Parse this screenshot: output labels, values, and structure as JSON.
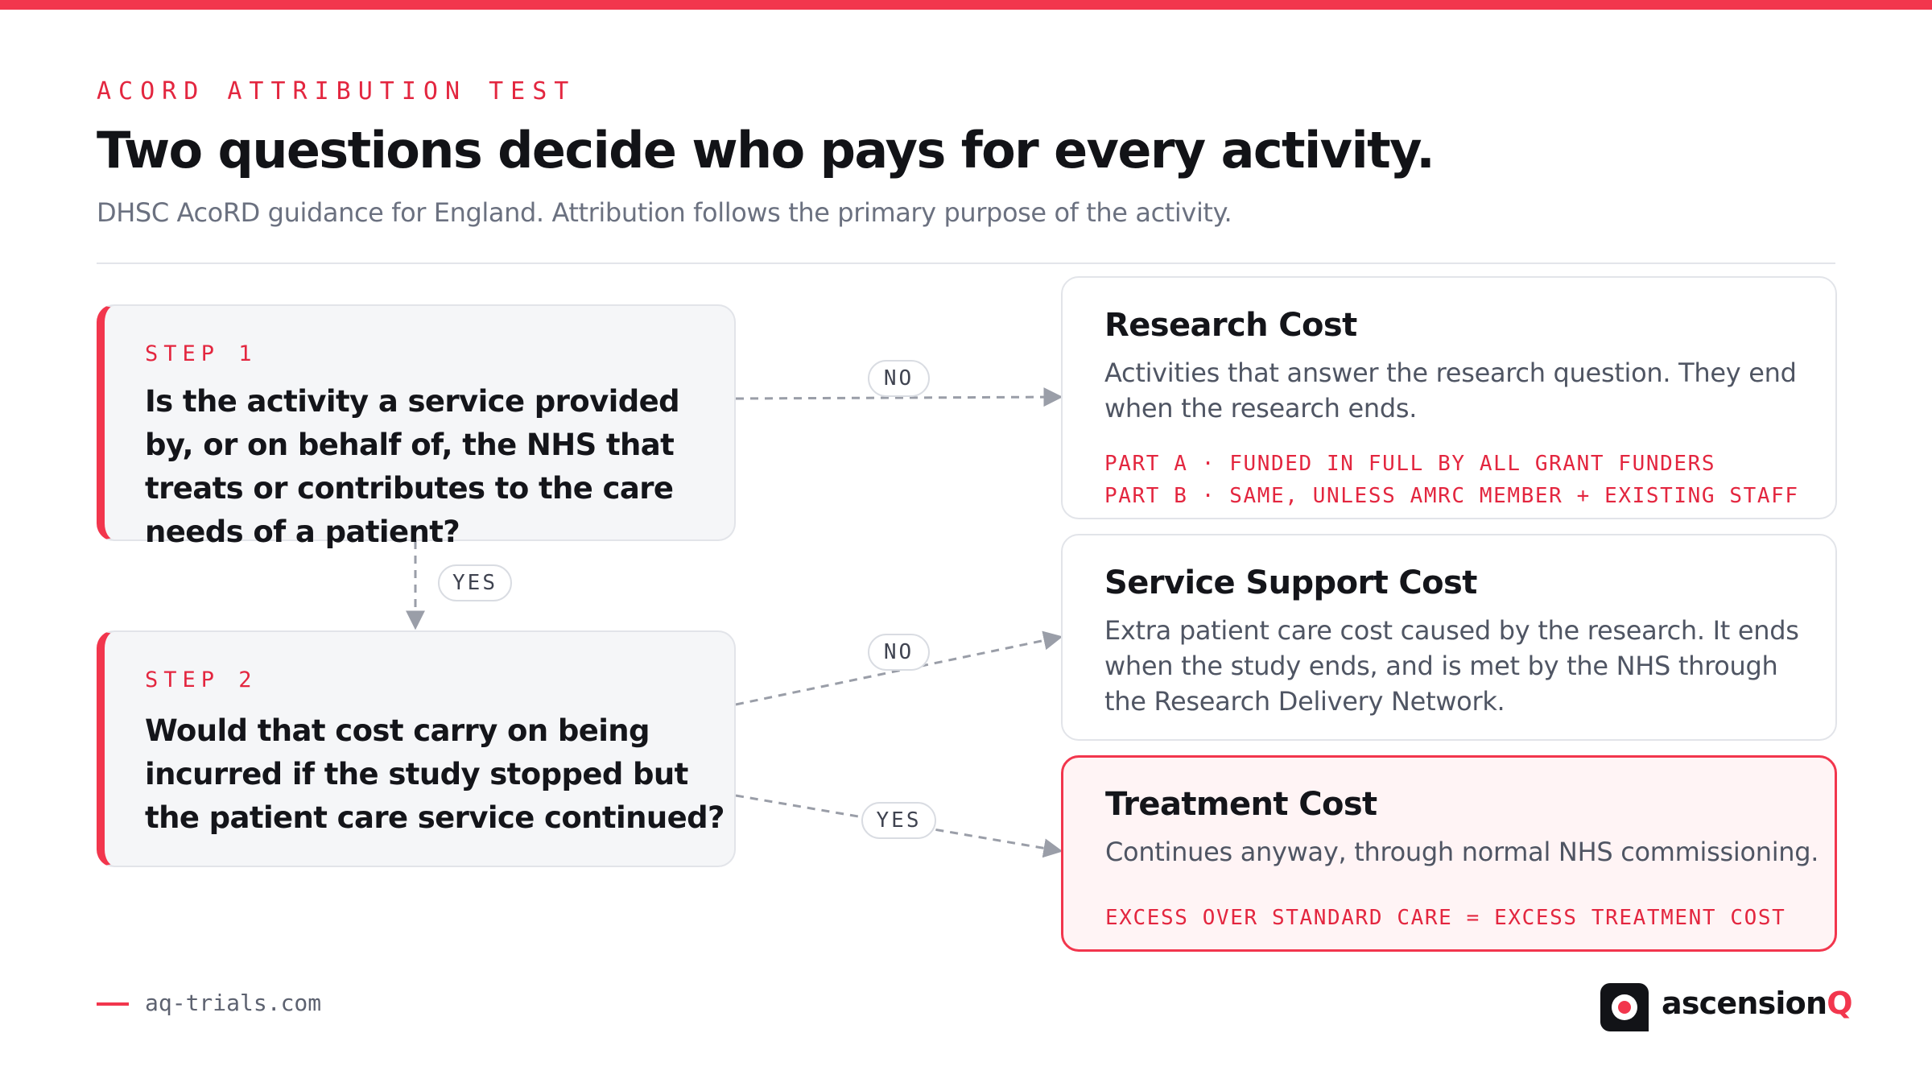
{
  "header": {
    "eyebrow": "ACORD ATTRIBUTION TEST",
    "title": "Two questions decide who pays for every activity.",
    "subtitle": "DHSC AcoRD guidance for England. Attribution follows the primary purpose of the activity."
  },
  "steps": [
    {
      "label": "STEP 1",
      "question": "Is the activity a service provided by, or on behalf of, the NHS that treats or contributes to the care needs of a patient?"
    },
    {
      "label": "STEP 2",
      "question": "Would that cost carry on being incurred if the study stopped but the patient care service continued?"
    }
  ],
  "edges": {
    "step1_no": "NO",
    "step1_yes": "YES",
    "step2_no": "NO",
    "step2_yes": "YES"
  },
  "outcomes": [
    {
      "title": "Research Cost",
      "description": "Activities that answer the research question. They end when the research ends.",
      "codes": [
        "PART A · FUNDED IN FULL BY ALL GRANT FUNDERS",
        "PART B · SAME, UNLESS AMRC MEMBER + EXISTING STAFF"
      ]
    },
    {
      "title": "Service Support Cost",
      "description": "Extra patient care cost caused by the research. It ends when the study ends, and is met by the NHS through the Research Delivery Network."
    },
    {
      "title": "Treatment Cost",
      "description": "Continues anyway, through normal NHS commissioning.",
      "codes": [
        "EXCESS OVER STANDARD CARE = EXCESS TREATMENT COST"
      ],
      "highlighted": true
    }
  ],
  "footer": {
    "url": "aq-trials.com",
    "brand_main": "ascension",
    "brand_accent": "Q"
  },
  "colors": {
    "accent": "#f2364d",
    "text": "#14151a",
    "muted": "#6b7180",
    "connector": "#9a9ea8",
    "card_border": "#e2e4e9",
    "step_bg": "#f5f6f8",
    "highlight_bg": "#fff4f5"
  }
}
